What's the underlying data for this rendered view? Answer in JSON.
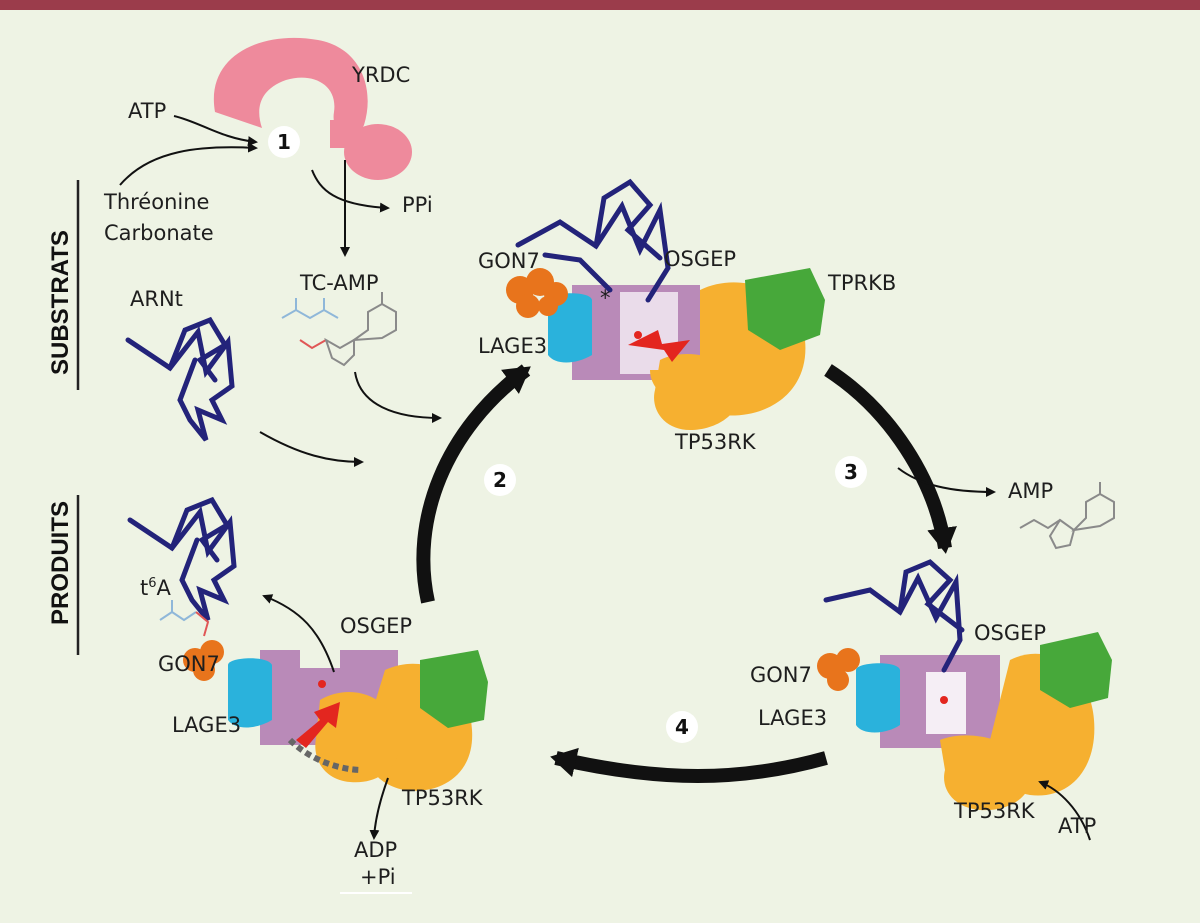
{
  "side_labels": {
    "substrats": "SUBSTRATS",
    "produits": "PRODUITS"
  },
  "step1": {
    "number": "1",
    "enzyme": "YRDC",
    "atp": "ATP",
    "threonine": "Thréonine",
    "carbonate": "Carbonate",
    "ppi": "PPi",
    "tc_amp": "TC-AMP"
  },
  "substrate": {
    "trna": "ARNt"
  },
  "complex_top": {
    "gon7": "GON7",
    "lage3": "LAGE3",
    "osgep": "OSGEP",
    "tprkb": "TPRKB",
    "tp53rk": "TP53RK",
    "asterisk": "*"
  },
  "step2": {
    "number": "2"
  },
  "step3": {
    "number": "3",
    "amp": "AMP"
  },
  "complex_right": {
    "gon7": "GON7",
    "lage3": "LAGE3",
    "osgep": "OSGEP",
    "tp53rk": "TP53RK",
    "atp": "ATP"
  },
  "step4": {
    "number": "4"
  },
  "complex_left": {
    "gon7": "GON7",
    "lage3": "LAGE3",
    "osgep": "OSGEP",
    "tp53rk": "TP53RK",
    "adp": "ADP",
    "pi": "+Pi"
  },
  "product": {
    "t6a_base": "t",
    "t6a_sup": "6",
    "t6a_end": "A"
  },
  "colors": {
    "header_bar": "#9b3c4b",
    "background": "#eef3e4",
    "yrdc": "#ee8a9c",
    "osgep": "#b98ab8",
    "lage3": "#2ab2dc",
    "gon7": "#e8741c",
    "tprkb": "#47a83a",
    "tp53rk": "#f6b030",
    "trna": "#23237a",
    "highlight_arrow": "#e3261f"
  }
}
